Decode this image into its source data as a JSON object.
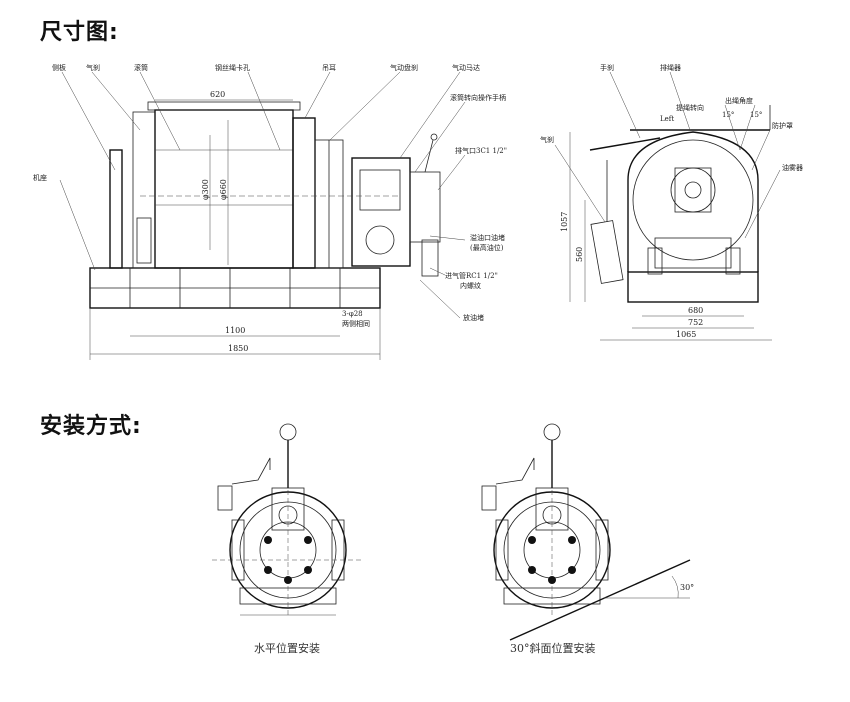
{
  "headers": {
    "dimensions": "尺寸图:",
    "installation": "安装方式:"
  },
  "front_view": {
    "labels": {
      "frame_left": "侧板",
      "brake": "气刹",
      "drum": "滚筒",
      "rope_hole": "钢丝绳卡孔",
      "lifting_ear": "吊耳",
      "air_clutch": "气动盘刹",
      "air_motor": "气动马达",
      "control_handle": "滚筒转向操作手柄",
      "exhaust": "排气口3C1 1/2\"",
      "base": "机座",
      "oil_fill": "溢油口油堵",
      "oil_fill_sub": "(最高油位)",
      "inlet": "进气管RC1 1/2\"",
      "inlet_sub": "内螺纹",
      "drain": "放油堵",
      "bolts": "3-φ28",
      "bolts_sub": "两侧相同"
    },
    "dims": {
      "drum_len": "620",
      "d1": "φ300",
      "d2": "φ660",
      "span": "1100",
      "total": "1850"
    }
  },
  "side_view": {
    "labels": {
      "hand_brake": "手刹",
      "spooler": "排绳器",
      "lift_turn": "提绳转向",
      "angle": "出绳角度",
      "left": "Left",
      "deg_a": "15°",
      "deg_b": "15°",
      "guard": "防护罩",
      "brake": "气刹",
      "lubricator": "油雾器"
    },
    "dims": {
      "h1": "1057",
      "h2": "560",
      "w1": "680",
      "w2": "752",
      "w3": "1065"
    }
  },
  "installation": {
    "horizontal": "水平位置安装",
    "inclined": "30°斜面位置安装",
    "angle": "30°"
  }
}
